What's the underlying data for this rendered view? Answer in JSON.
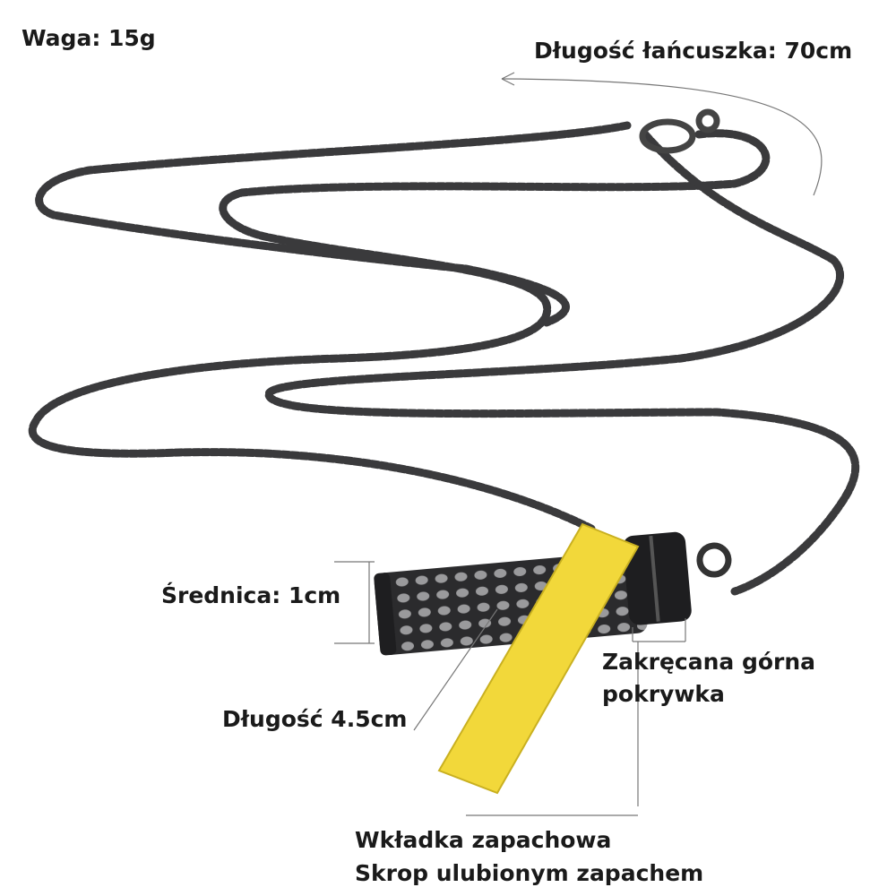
{
  "labels": {
    "weight": "Waga: 15g",
    "chain_length": "Długość łańcuszka: 70cm",
    "diameter": "Średnica: 1cm",
    "length": "Długość 4.5cm",
    "top_cap_line1": "Zakręcana górna",
    "top_cap_line2": "pokrywka",
    "insert_line1": "Wkładka zapachowa",
    "insert_line2": "Skrop ulubionym zapachem"
  },
  "colors": {
    "chain": "#3a3a3c",
    "felt": "#f2d83a",
    "text": "#1a1a1a"
  }
}
